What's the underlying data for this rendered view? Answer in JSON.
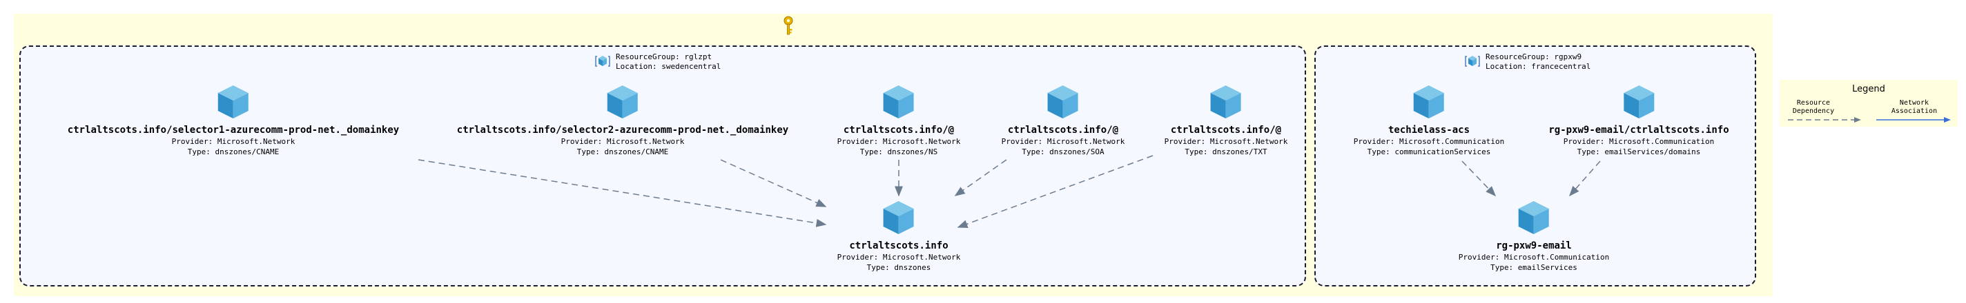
{
  "resource_groups": [
    {
      "id": "rg1",
      "name": "ResourceGroup: rglzpt",
      "location": "Location: swedencentral"
    },
    {
      "id": "rg2",
      "name": "ResourceGroup: rgpxw9",
      "location": "Location: francecentral"
    }
  ],
  "nodes": [
    {
      "id": "n1",
      "title": "ctrlaltscots.info/selector1-azurecomm-prod-net._domainkey",
      "provider": "Provider: Microsoft.Network",
      "type": "Type: dnszones/CNAME"
    },
    {
      "id": "n2",
      "title": "ctrlaltscots.info/selector2-azurecomm-prod-net._domainkey",
      "provider": "Provider: Microsoft.Network",
      "type": "Type: dnszones/CNAME"
    },
    {
      "id": "n3",
      "title": "ctrlaltscots.info/@",
      "provider": "Provider: Microsoft.Network",
      "type": "Type: dnszones/NS"
    },
    {
      "id": "n4",
      "title": "ctrlaltscots.info/@",
      "provider": "Provider: Microsoft.Network",
      "type": "Type: dnszones/SOA"
    },
    {
      "id": "n5",
      "title": "ctrlaltscots.info/@",
      "provider": "Provider: Microsoft.Network",
      "type": "Type: dnszones/TXT"
    },
    {
      "id": "n6",
      "title": "ctrlaltscots.info",
      "provider": "Provider: Microsoft.Network",
      "type": "Type: dnszones"
    },
    {
      "id": "n7",
      "title": "techielass-acs",
      "provider": "Provider: Microsoft.Communication",
      "type": "Type: communicationServices"
    },
    {
      "id": "n8",
      "title": "rg-pxw9-email/ctrlaltscots.info",
      "provider": "Provider: Microsoft.Communication",
      "type": "Type: emailServices/domains"
    },
    {
      "id": "n9",
      "title": "rg-pxw9-email",
      "provider": "Provider: Microsoft.Communication",
      "type": "Type: emailServices"
    }
  ],
  "edges": [
    {
      "from": "n1",
      "to": "n6",
      "kind": "dependency"
    },
    {
      "from": "n2",
      "to": "n6",
      "kind": "dependency"
    },
    {
      "from": "n3",
      "to": "n6",
      "kind": "dependency"
    },
    {
      "from": "n4",
      "to": "n6",
      "kind": "dependency"
    },
    {
      "from": "n5",
      "to": "n6",
      "kind": "dependency"
    },
    {
      "from": "n7",
      "to": "n9",
      "kind": "dependency"
    },
    {
      "from": "n8",
      "to": "n9",
      "kind": "dependency"
    }
  ],
  "legend": {
    "title": "Legend",
    "dependency_label_1": "Resource",
    "dependency_label_2": "Dependency",
    "network_label_1": "Network",
    "network_label_2": "Association"
  },
  "colors": {
    "cube_top": "#7fc8ea",
    "cube_left": "#2f8fc8",
    "cube_right": "#58b0e0",
    "dependency_edge": "#6b7c8f",
    "network_edge": "#3a6fd8",
    "canvas_bg": "#ffffe0",
    "group_bg": "#f6f8ff"
  }
}
